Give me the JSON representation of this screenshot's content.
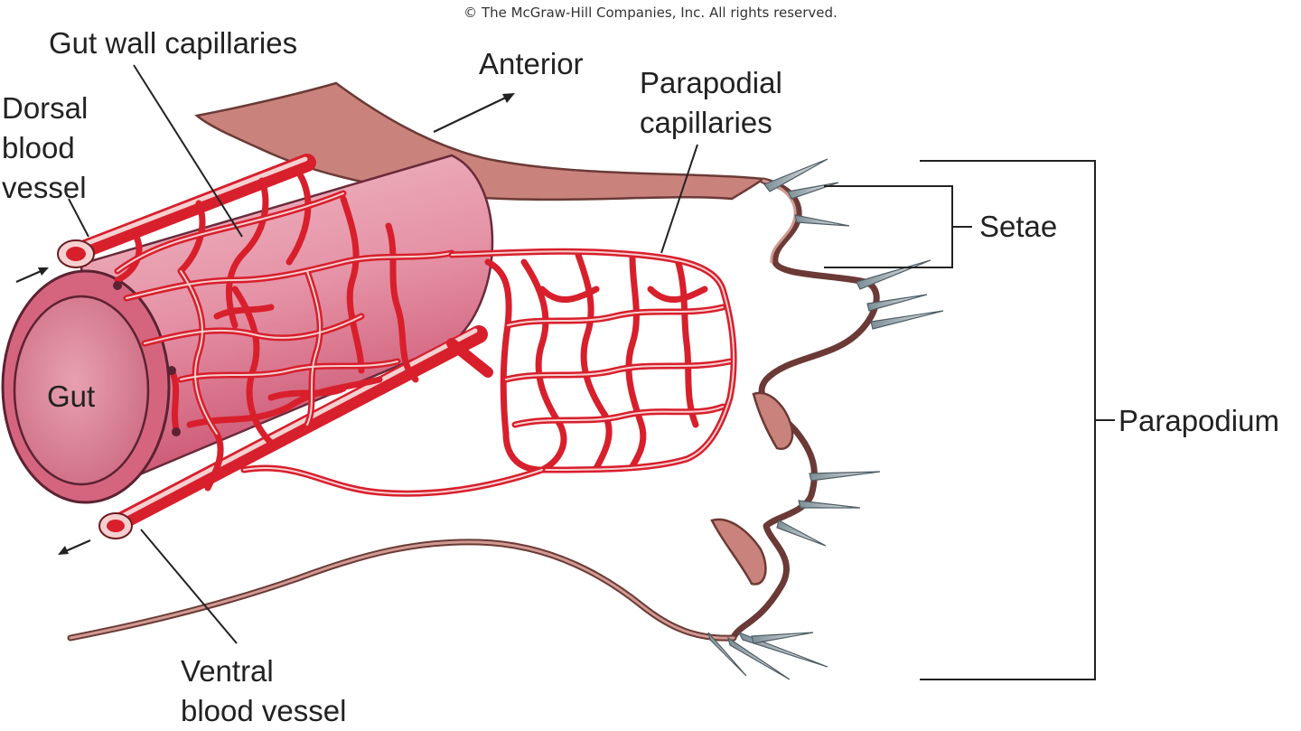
{
  "copyright": "© The McGraw-Hill Companies, Inc. All rights reserved.",
  "labels": {
    "gut_wall_capillaries": "Gut wall capillaries",
    "anterior": "Anterior",
    "parapodial_line1": "Parapodial",
    "parapodial_line2": "capillaries",
    "dorsal_line1": "Dorsal",
    "dorsal_line2": "blood",
    "dorsal_line3": "vessel",
    "setae": "Setae",
    "gut": "Gut",
    "parapodium": "Parapodium",
    "ventral_line1": "Ventral",
    "ventral_line2": "blood vessel"
  },
  "colors": {
    "blood_vessel": "#d81f2c",
    "gut_surface": "#d4607d",
    "body_wall": "#c9837c",
    "setae": "#b9c6cc"
  }
}
